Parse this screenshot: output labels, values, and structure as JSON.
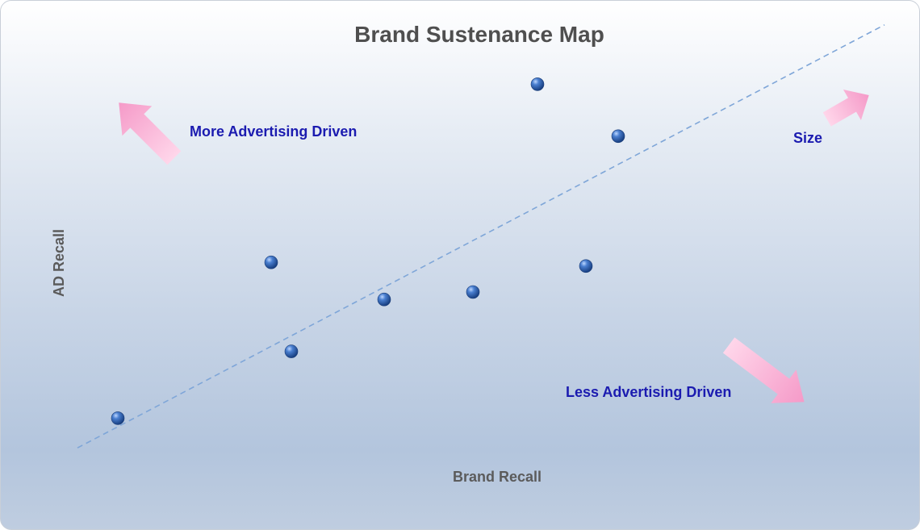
{
  "chart_data": {
    "type": "scatter",
    "title": "Brand Sustenance Map",
    "xlabel": "Brand Recall",
    "ylabel": "AD Recall",
    "xlim": [
      0,
      100
    ],
    "ylim": [
      0,
      100
    ],
    "grid": false,
    "legend": "none",
    "points": [
      {
        "x": 5,
        "y": 6
      },
      {
        "x": 24,
        "y": 48
      },
      {
        "x": 26.5,
        "y": 24
      },
      {
        "x": 38,
        "y": 38
      },
      {
        "x": 49,
        "y": 40
      },
      {
        "x": 63,
        "y": 47
      },
      {
        "x": 57,
        "y": 96
      },
      {
        "x": 67,
        "y": 82
      }
    ],
    "trendline": {
      "x": [
        0,
        100
      ],
      "y": [
        -2,
        112
      ],
      "style": "dashed"
    },
    "annotations": [
      {
        "text": "More Advertising Driven",
        "arrow": "up-left"
      },
      {
        "text": "Less Advertising Driven",
        "arrow": "down-right"
      },
      {
        "text": "Size",
        "arrow": "up-right"
      }
    ],
    "colors": {
      "point": "#2f5fa8",
      "trendline": "#7fa6d8",
      "arrow": "#f7a6cf",
      "annotation_text": "#1b1bb0",
      "title_text": "#4f4f4f"
    }
  }
}
